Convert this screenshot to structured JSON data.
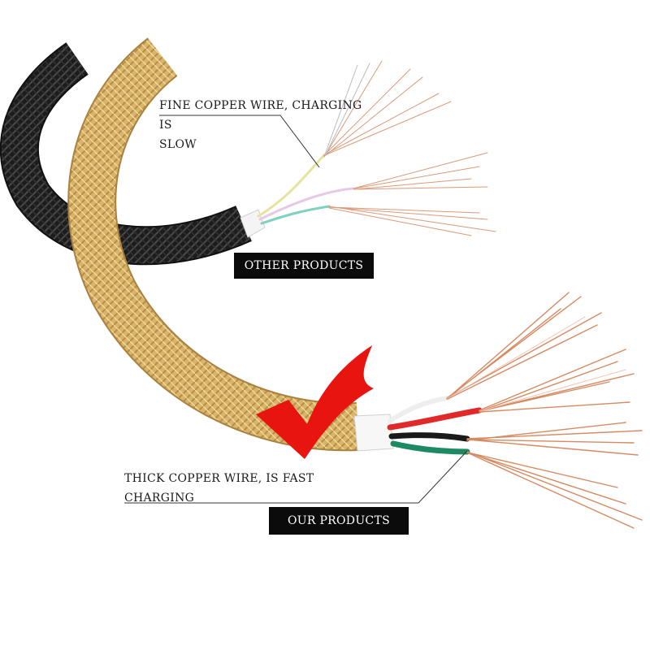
{
  "top_caption_line1": "FINE COPPER WIRE, CHARGING IS",
  "top_caption_line2": "SLOW",
  "other_label": "OTHER PRODUCTS",
  "bottom_caption_line1": "THICK COPPER WIRE, IS FAST",
  "bottom_caption_line2": "CHARGING",
  "our_label": "OUR PRODUCTS",
  "colors": {
    "background": "#ffffff",
    "black_cable": "#1c1c1c",
    "gold_cable": "#d8b56a",
    "check_mark": "#e8140f",
    "copper": "#d98a64",
    "label_bg": "#0b0b0b"
  }
}
